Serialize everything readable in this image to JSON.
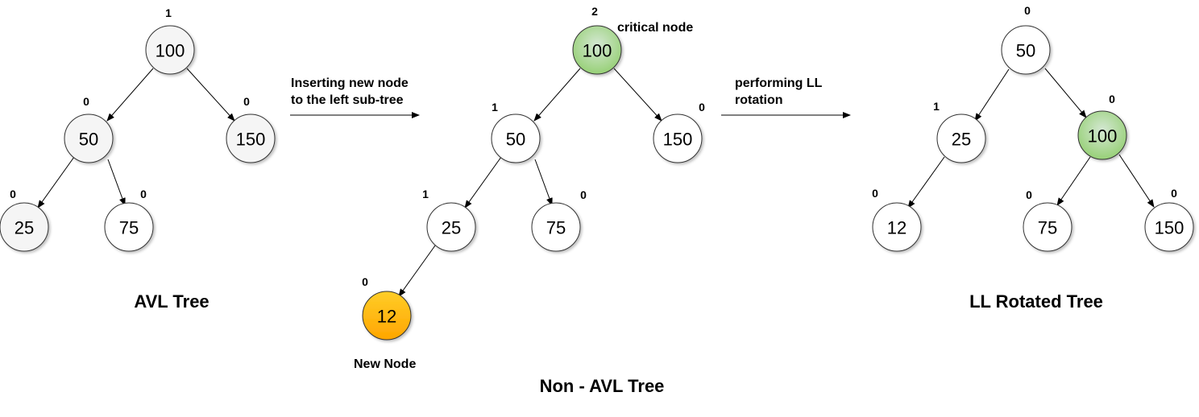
{
  "colors": {
    "node_fill_gray": "#f5f5f5",
    "node_fill_white": "#ffffff",
    "critical_fill_light": "#d5e8d4",
    "critical_fill_dark": "#97d077",
    "new_fill_light": "#ffcd28",
    "new_fill_dark": "#ffa500"
  },
  "trees": [
    {
      "caption": "AVL Tree",
      "nodes": [
        {
          "id": "t1n100",
          "value": "100",
          "bf": "1",
          "style": "gray"
        },
        {
          "id": "t1n50",
          "value": "50",
          "bf": "0",
          "style": "gray"
        },
        {
          "id": "t1n150",
          "value": "150",
          "bf": "0",
          "style": "gray"
        },
        {
          "id": "t1n25",
          "value": "25",
          "bf": "0",
          "style": "gray"
        },
        {
          "id": "t1n75",
          "value": "75",
          "bf": "0",
          "style": "white"
        }
      ]
    },
    {
      "caption": "Non - AVL Tree",
      "nodes": [
        {
          "id": "t2n100",
          "value": "100",
          "bf": "2",
          "style": "critical"
        },
        {
          "id": "t2n50",
          "value": "50",
          "bf": "1",
          "style": "white"
        },
        {
          "id": "t2n150",
          "value": "150",
          "bf": "0",
          "style": "white"
        },
        {
          "id": "t2n25",
          "value": "25",
          "bf": "1",
          "style": "white"
        },
        {
          "id": "t2n75",
          "value": "75",
          "bf": "0",
          "style": "white"
        },
        {
          "id": "t2n12",
          "value": "12",
          "bf": "0",
          "style": "new"
        }
      ],
      "critical_label": "critical node",
      "new_node_label": "New Node"
    },
    {
      "caption": "LL Rotated Tree",
      "nodes": [
        {
          "id": "t3n50",
          "value": "50",
          "bf": "0",
          "style": "white"
        },
        {
          "id": "t3n25",
          "value": "25",
          "bf": "1",
          "style": "white"
        },
        {
          "id": "t3n100",
          "value": "100",
          "bf": "0",
          "style": "critical"
        },
        {
          "id": "t3n12",
          "value": "12",
          "bf": "0",
          "style": "white"
        },
        {
          "id": "t3n75",
          "value": "75",
          "bf": "0",
          "style": "white"
        },
        {
          "id": "t3n150",
          "value": "150",
          "bf": "0",
          "style": "white"
        }
      ]
    }
  ],
  "transitions": [
    {
      "line1": "Inserting new node",
      "line2": "to the left sub-tree"
    },
    {
      "line1": "performing LL",
      "line2": "rotation"
    }
  ]
}
